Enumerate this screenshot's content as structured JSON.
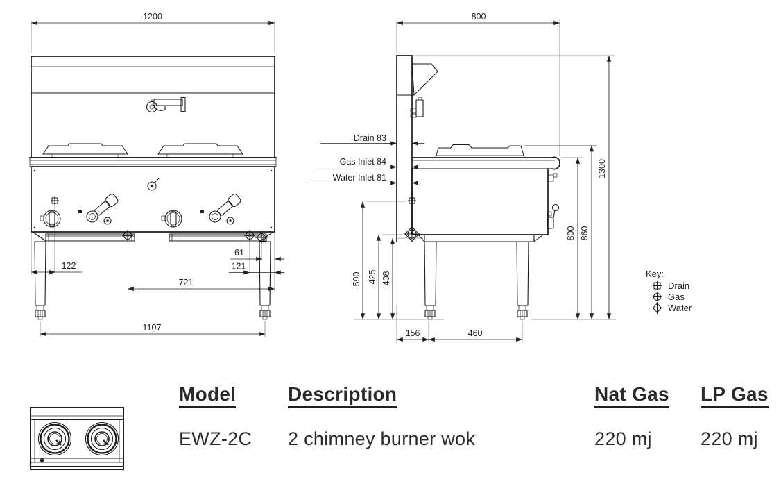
{
  "drawing": {
    "front_view": {
      "dim_total_width": "1200",
      "dim_drain_from_left": "122",
      "dim_gas_span": "721",
      "dim_water_from_edge": "61",
      "dim_gas_from_edge": "121",
      "dim_leg_centres": "1107"
    },
    "side_view": {
      "dim_total_depth": "800",
      "service_labels": {
        "drain": "Drain 83",
        "gas_inlet": "Gas Inlet 84",
        "water_inlet": "Water Inlet 81"
      },
      "dim_drain_height": "590",
      "dim_gas_height": "425",
      "dim_water_height": "408",
      "dim_bench_height": "800",
      "dim_burner_height": "860",
      "dim_overall_height": "1300",
      "dim_back_to_leg": "156",
      "dim_leg_centres": "460"
    },
    "key": {
      "title": "Key:",
      "items": [
        {
          "symbol": "drain-symbol",
          "label": "Drain"
        },
        {
          "symbol": "gas-symbol",
          "label": "Gas"
        },
        {
          "symbol": "water-symbol",
          "label": "Water"
        }
      ]
    }
  },
  "spec_table": {
    "headers": {
      "model": "Model",
      "description": "Description",
      "nat_gas": "Nat Gas",
      "lp_gas": "LP Gas"
    },
    "row": {
      "model": "EWZ-2C",
      "description": "2 chimney burner wok",
      "nat_gas": "220 mj",
      "lp_gas": "220 mj"
    }
  }
}
